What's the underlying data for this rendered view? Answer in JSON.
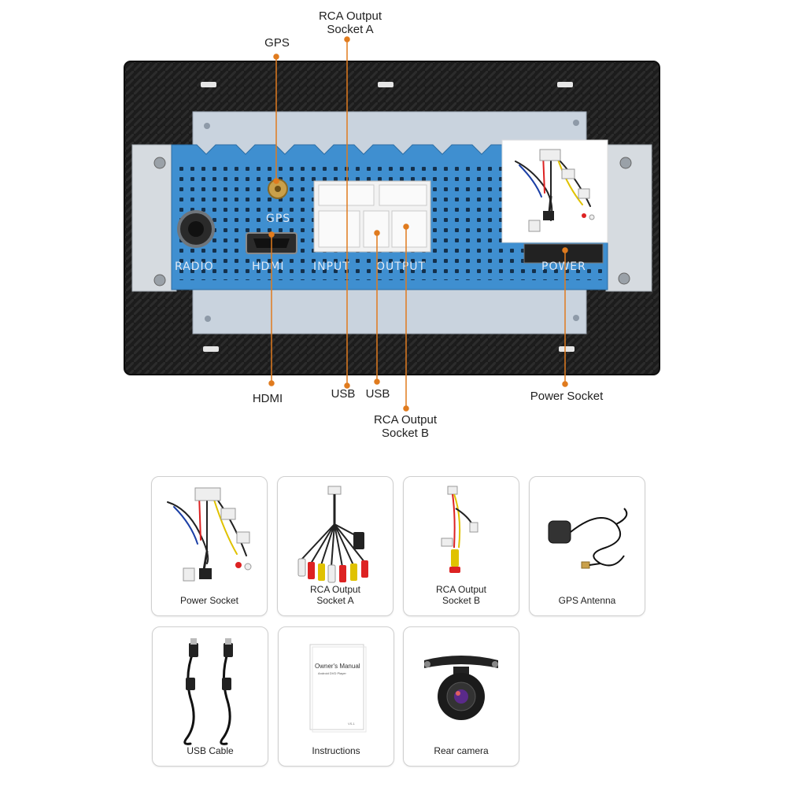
{
  "callouts": {
    "rca_a": "RCA Output\nSocket A",
    "gps": "GPS",
    "hdmi": "HDMI",
    "usb_1": "USB",
    "usb_2": "USB",
    "rca_b": "RCA Output\nSocket B",
    "power": "Power Socket"
  },
  "panel_labels": {
    "radio": "RADIO",
    "hdmi": "HDMI",
    "input": "INPUT",
    "output": "OUTPUT",
    "power": "POWER",
    "gps": "GPS"
  },
  "accessories": [
    {
      "label": "Power Socket",
      "icon": "wire-harness-icon"
    },
    {
      "label": "RCA Output\nSocket A",
      "icon": "rca-cable-icon"
    },
    {
      "label": "RCA Output\nSocket B",
      "icon": "rca-cable-b-icon"
    },
    {
      "label": "GPS Antenna",
      "icon": "gps-antenna-icon"
    },
    {
      "label": "USB Cable",
      "icon": "usb-cable-icon"
    },
    {
      "label": "Instructions",
      "icon": "manual-icon"
    },
    {
      "label": "Rear camera",
      "icon": "rear-camera-icon"
    }
  ],
  "manual": {
    "title": "Owner's Manual",
    "subtitle": "Android DVD Player",
    "footer": "VS-1"
  },
  "colors": {
    "accent_line": "#e07b1e",
    "unit_blue": "#3f8fd0",
    "frame": "#1e1e1e",
    "plate": "#c9d3de"
  }
}
